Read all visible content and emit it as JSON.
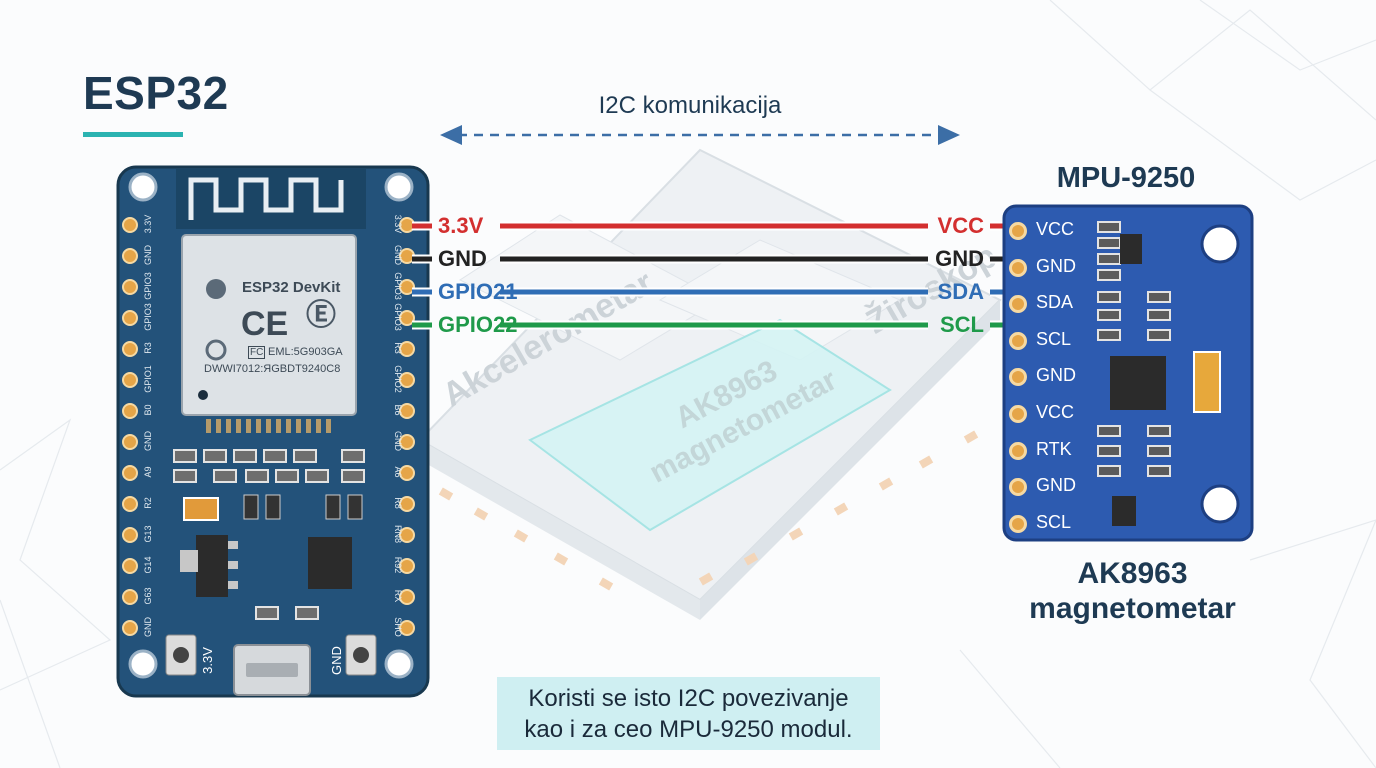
{
  "title": "ESP32",
  "i2c_label": "I2C komunikacija",
  "esp32_board": {
    "module_name": "ESP32 DevKit",
    "ce_mark": "CE",
    "fcc_mark": "FC",
    "model_text": "EML:5G903GA",
    "serial_text": "DWWI7012:ЯGBDT9240C8",
    "left_pins": [
      "3.3V",
      "GND",
      "GPIO3",
      "GPIO3",
      "R3",
      "GPIO1",
      "B0",
      "GND",
      "A9",
      "R2",
      "G13",
      "G14",
      "G63",
      "GND"
    ],
    "right_pins": [
      "3.3V",
      "GND",
      "GPIO3",
      "GPIO3",
      "R3",
      "GPIO2",
      "B6",
      "GND",
      "A6",
      "R8",
      "RN8",
      "R92",
      "RX",
      "SHO"
    ],
    "bottom_left_label": "3.3V",
    "bottom_right_label": "GND"
  },
  "connections": [
    {
      "esp_label": "3.3V",
      "mpu_label": "VCC",
      "color": "#d32f2f"
    },
    {
      "esp_label": "GND",
      "mpu_label": "GND",
      "color": "#222222"
    },
    {
      "esp_label": "GPIO21",
      "mpu_label": "SDA",
      "color": "#2f6db5"
    },
    {
      "esp_label": "GPIO22",
      "mpu_label": "SCL",
      "color": "#1f9a4a"
    }
  ],
  "mpu_title": "MPU-9250",
  "mpu_pins": [
    "VCC",
    "GND",
    "SDA",
    "SCL",
    "GND",
    "VCC",
    "RTK",
    "GND",
    "SCL"
  ],
  "mpu_subtitle_line1": "AK8963",
  "mpu_subtitle_line2": "magnetometar",
  "chip_label_line1": "AK8963",
  "chip_label_line2": "magnetometar",
  "watermark_accel": "Akcelerometar",
  "watermark_gyro": "Žiroskop",
  "note_line1": "Koristi se isto I2C povezivanje",
  "note_line2": "kao i za ceo MPU-9250 modul.",
  "colors": {
    "board_blue": "#23527a",
    "mpu_blue": "#2d5bb0",
    "pad_gold": "#e5a548",
    "title_dark": "#1e3a53",
    "accent_teal": "#2bb3b1"
  }
}
